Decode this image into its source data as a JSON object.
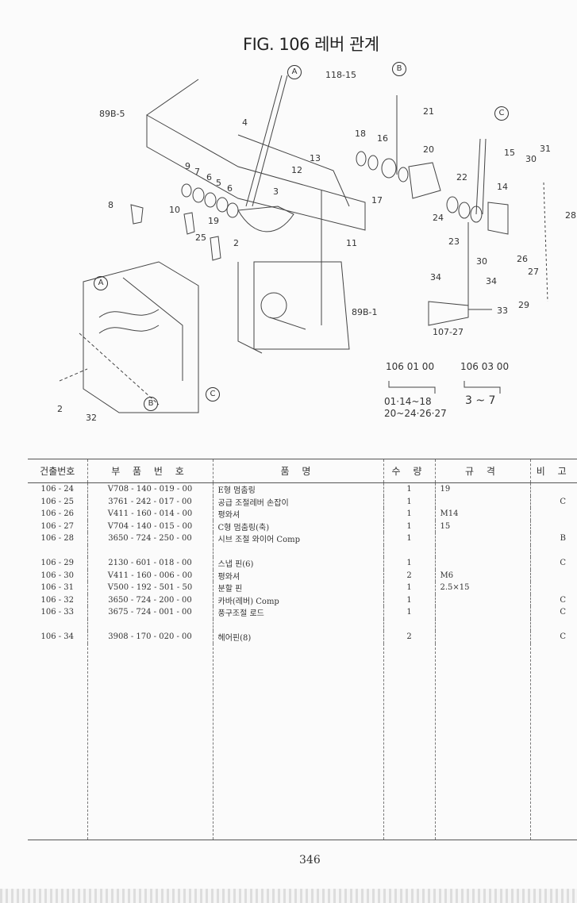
{
  "title": "FIG. 106 레버 관계",
  "diagram": {
    "labels": [
      "118-15",
      "89B-5",
      "4",
      "21",
      "18",
      "16",
      "20",
      "15",
      "31",
      "30",
      "13",
      "12",
      "9",
      "7",
      "6",
      "5",
      "6",
      "3",
      "17",
      "22",
      "14",
      "28",
      "8",
      "10",
      "19",
      "25",
      "2",
      "11",
      "24",
      "23",
      "26",
      "30",
      "34",
      "27",
      "34",
      "29",
      "33",
      "89B-1",
      "107-27",
      "2",
      "32"
    ],
    "markers": [
      "A",
      "B",
      "C",
      "A",
      "B",
      "C"
    ]
  },
  "groups": [
    {
      "code": "106 01 00",
      "items": "01·14~18",
      "items2": "20~24·26·27"
    },
    {
      "code": "106 03 00",
      "items": "3 ~ 7"
    }
  ],
  "table": {
    "headers": [
      "건출번호",
      "부 품 번 호",
      "품                명",
      "수 량",
      "규      격",
      "비 고"
    ],
    "rows": [
      [
        "106 - 24",
        "V708 - 140 - 019 - 00",
        "E형 멈춤링",
        "1",
        "19",
        ""
      ],
      [
        "106 - 25",
        "3761 - 242 - 017 - 00",
        "공급 조절레버 손잡이",
        "1",
        "",
        "C"
      ],
      [
        "106 - 26",
        "V411 - 160 - 014 - 00",
        "평와셔",
        "1",
        "M14",
        ""
      ],
      [
        "106 - 27",
        "V704 - 140 - 015 - 00",
        "C형 멈춤링(축)",
        "1",
        "15",
        ""
      ],
      [
        "106 - 28",
        "3650 - 724 - 250 - 00",
        "시브 조절 와이어 Comp",
        "1",
        "",
        "B"
      ],
      null,
      [
        "106 - 29",
        "2130 - 601 - 018 - 00",
        "스냅 핀(6)",
        "1",
        "",
        "C"
      ],
      [
        "106 - 30",
        "V411 - 160 - 006 - 00",
        "평와셔",
        "2",
        "M6",
        ""
      ],
      [
        "106 - 31",
        "V500 - 192 - 501 - 50",
        "분할 핀",
        "1",
        "2.5×15",
        ""
      ],
      [
        "106 - 32",
        "3650 - 724 - 200 - 00",
        "카바(레버) Comp",
        "1",
        "",
        "C"
      ],
      [
        "106 - 33",
        "3675 - 724 - 001 - 00",
        "풍구조절 로드",
        "1",
        "",
        "C"
      ],
      null,
      [
        "106 - 34",
        "3908 - 170 - 020 - 00",
        "헤어핀(8)",
        "2",
        "",
        "C"
      ]
    ]
  },
  "page_number": "346"
}
